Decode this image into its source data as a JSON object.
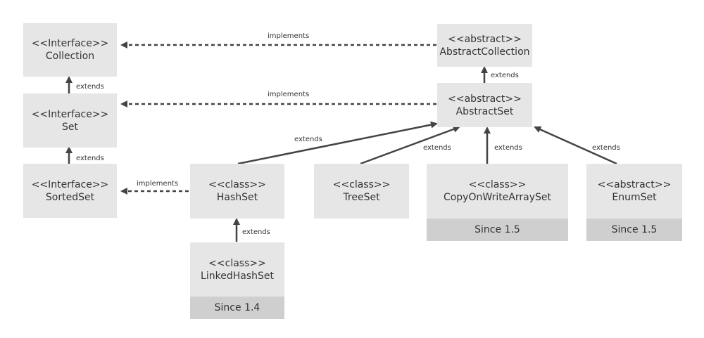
{
  "nodes": {
    "collection": {
      "stereotype": "<<Interface>>",
      "name": "Collection"
    },
    "set": {
      "stereotype": "<<Interface>>",
      "name": "Set"
    },
    "sorted_set": {
      "stereotype": "<<Interface>>",
      "name": "SortedSet"
    },
    "abstract_collection": {
      "stereotype": "<<abstract>>",
      "name": "AbstractCollection"
    },
    "abstract_set": {
      "stereotype": "<<abstract>>",
      "name": "AbstractSet"
    },
    "hash_set": {
      "stereotype": "<<class>>",
      "name": "HashSet"
    },
    "tree_set": {
      "stereotype": "<<class>>",
      "name": "TreeSet"
    },
    "copy_on_write_array_set": {
      "stereotype": "<<class>>",
      "name": "CopyOnWriteArraySet",
      "since": "Since 1.5"
    },
    "enum_set": {
      "stereotype": "<<abstract>>",
      "name": "EnumSet",
      "since": "Since 1.5"
    },
    "linked_hash_set": {
      "stereotype": "<<class>>",
      "name": "LinkedHashSet",
      "since": "Since 1.4"
    }
  },
  "edges": {
    "abstract_collection_implements_collection": "implements",
    "abstract_set_implements_set": "implements",
    "hash_set_implements_sorted_set": "implements",
    "set_extends_collection": "extends",
    "sorted_set_extends_set": "extends",
    "abstract_set_extends_abstract_collection": "extends",
    "hash_set_extends_abstract_set": "extends",
    "tree_set_extends_abstract_set": "extends",
    "copy_on_write_extends_abstract_set": "extends",
    "enum_set_extends_abstract_set": "extends",
    "linked_hash_set_extends_hash_set": "extends"
  },
  "colors": {
    "node_fill": "#e6e6e6",
    "since_fill": "#cfcfcf",
    "line": "#444444",
    "text": "#333333"
  }
}
